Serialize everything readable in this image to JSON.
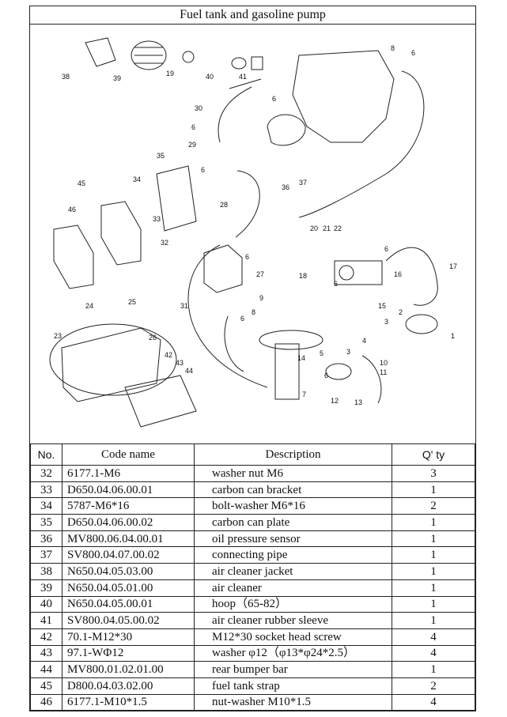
{
  "title": "Fuel tank  and  gasoline pump",
  "table": {
    "headers": {
      "no": "No.",
      "code": "Code name",
      "desc": "Description",
      "qty": "Q' ty"
    },
    "rows": [
      {
        "no": "32",
        "code": "6177.1-M6",
        "desc": "washer nut M6",
        "qty": "3"
      },
      {
        "no": "33",
        "code": "D650.04.06.00.01",
        "desc": "carbon can bracket",
        "qty": "1"
      },
      {
        "no": "34",
        "code": "5787-M6*16",
        "desc": "bolt-washer M6*16",
        "qty": "2"
      },
      {
        "no": "35",
        "code": "D650.04.06.00.02",
        "desc": "carbon can plate",
        "qty": "1"
      },
      {
        "no": "36",
        "code": "MV800.06.04.00.01",
        "desc": "oil pressure sensor",
        "qty": "1"
      },
      {
        "no": "37",
        "code": "SV800.04.07.00.02",
        "desc": "connecting pipe",
        "qty": "1"
      },
      {
        "no": "38",
        "code": "N650.04.05.03.00",
        "desc": "air cleaner jacket",
        "qty": "1"
      },
      {
        "no": "39",
        "code": "N650.04.05.01.00",
        "desc": "air cleaner",
        "qty": "1"
      },
      {
        "no": "40",
        "code": "N650.04.05.00.01",
        "desc": "hoop（65-82）",
        "qty": "1"
      },
      {
        "no": "41",
        "code": "SV800.04.05.00.02",
        "desc": "air cleaner rubber sleeve",
        "qty": "1"
      },
      {
        "no": "42",
        "code": "70.1-M12*30",
        "desc": "M12*30 socket head screw",
        "qty": "4"
      },
      {
        "no": "43",
        "code": "97.1-WΦ12",
        "desc": "washer φ12（φ13*φ24*2.5）",
        "qty": "4"
      },
      {
        "no": "44",
        "code": "MV800.01.02.01.00",
        "desc": "rear bumper bar",
        "qty": "1"
      },
      {
        "no": "45",
        "code": "D800.04.03.02.00",
        "desc": "fuel tank strap",
        "qty": "2"
      },
      {
        "no": "46",
        "code": "6177.1-M10*1.5",
        "desc": "nut-washer M10*1.5",
        "qty": "4"
      }
    ]
  },
  "callouts": [
    "38",
    "39",
    "19",
    "40",
    "41",
    "8",
    "6",
    "6",
    "30",
    "6",
    "29",
    "6",
    "35",
    "34",
    "33",
    "32",
    "45",
    "46",
    "28",
    "6",
    "27",
    "36",
    "37",
    "20",
    "21",
    "22",
    "6",
    "17",
    "18",
    "6",
    "16",
    "31",
    "24",
    "25",
    "23",
    "26",
    "9",
    "8",
    "6",
    "15",
    "2",
    "3",
    "1",
    "14",
    "4",
    "3",
    "5",
    "10",
    "11",
    "6",
    "12",
    "13",
    "7",
    "42",
    "43",
    "44"
  ]
}
